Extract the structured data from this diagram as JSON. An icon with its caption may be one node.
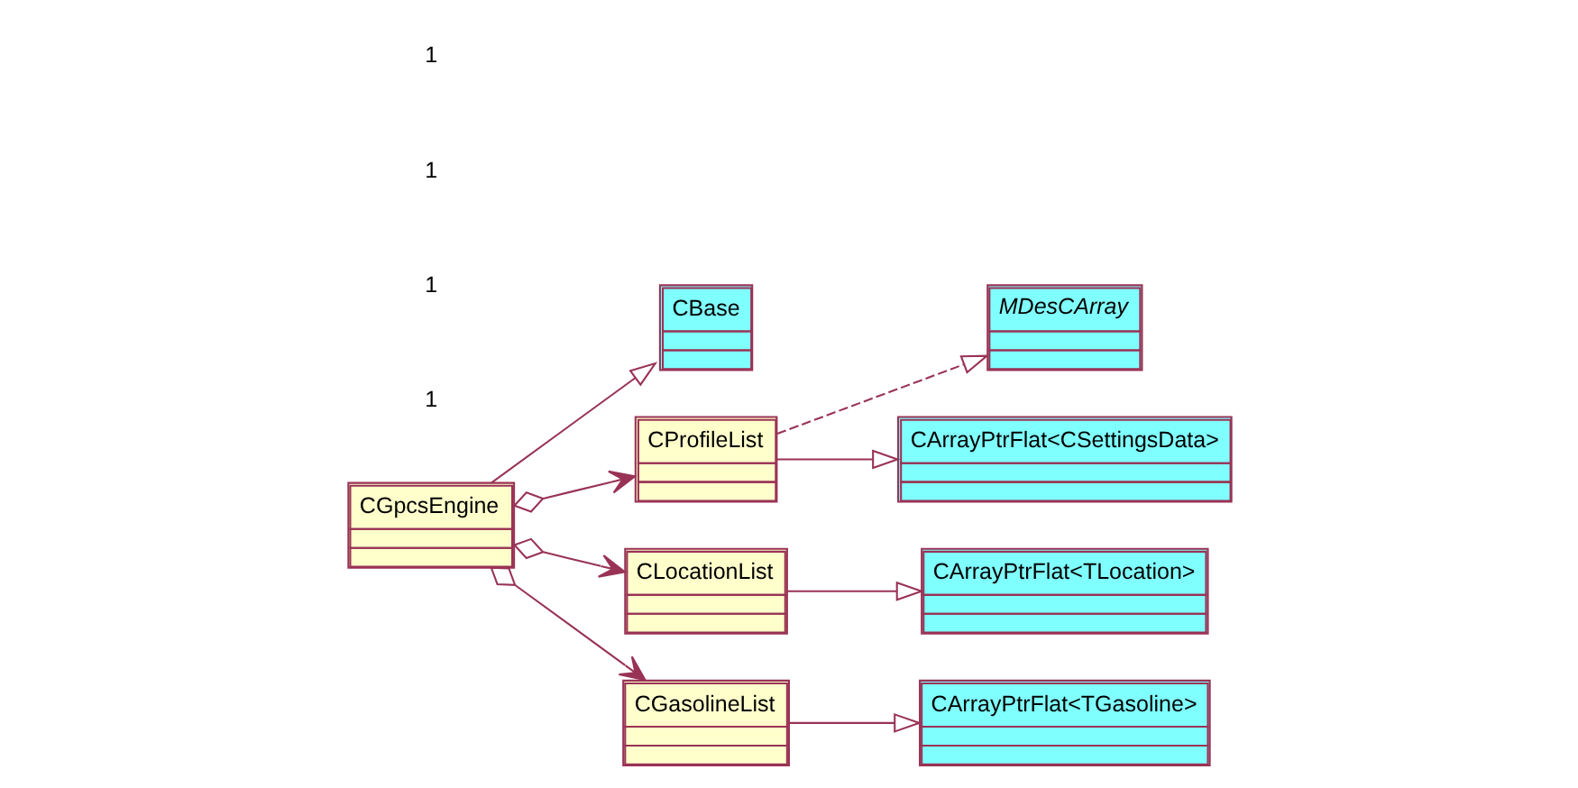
{
  "diagram": {
    "nodes": [
      {
        "text": [
          "CGpcsEngine"
        ]
      },
      {
        "text": [
          "CBase"
        ]
      },
      {
        "text": [
          "MDesCArray"
        ]
      },
      {
        "text": [
          "CProfileList"
        ]
      },
      {
        "text": [
          "CArrayPtrFlat<CSettingsData>"
        ]
      },
      {
        "text": [
          "CLocationList"
        ]
      },
      {
        "text": [
          "CArrayPtrFlat<TLocation>"
        ]
      },
      {
        "text": [
          "CGasolineList"
        ]
      },
      {
        "text": [
          "CArrayPtrFlat<TGasoline>"
        ]
      }
    ],
    "edges": [
      {
        "from": 0,
        "to": 1,
        "arrow": "to"
      },
      {
        "from": 3,
        "to": 2,
        "arrow": "to",
        "style": "dashed"
      },
      {
        "from": 0,
        "to": 3,
        "arrow": "to"
      },
      {
        "from": 3,
        "to": 4,
        "arrow": "to"
      },
      {
        "from": 0,
        "to": 5,
        "arrow": "to"
      },
      {
        "from": 5,
        "to": 6,
        "arrow": "to"
      },
      {
        "from": 0,
        "to": 7,
        "arrow": "to"
      },
      {
        "from": 7,
        "to": 8,
        "arrow": "to"
      }
    ],
    "labels": [
      "1",
      "1",
      "1",
      "1"
    ]
  }
}
